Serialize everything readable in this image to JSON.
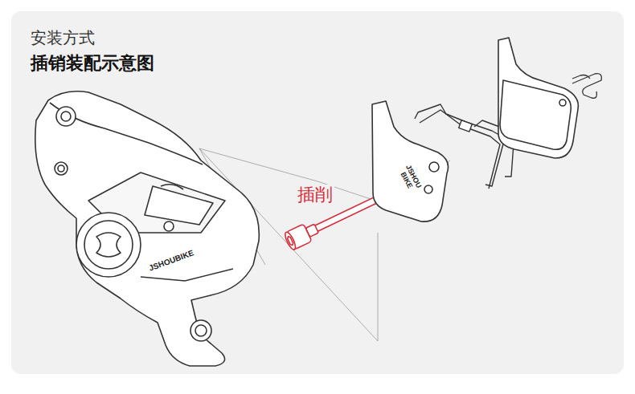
{
  "diagram": {
    "title": "插销装配示意图",
    "labels": [
      "安装方式",
      "插削",
      "JSHOUBIKE",
      "JSHOU BIKE"
    ]
  }
}
